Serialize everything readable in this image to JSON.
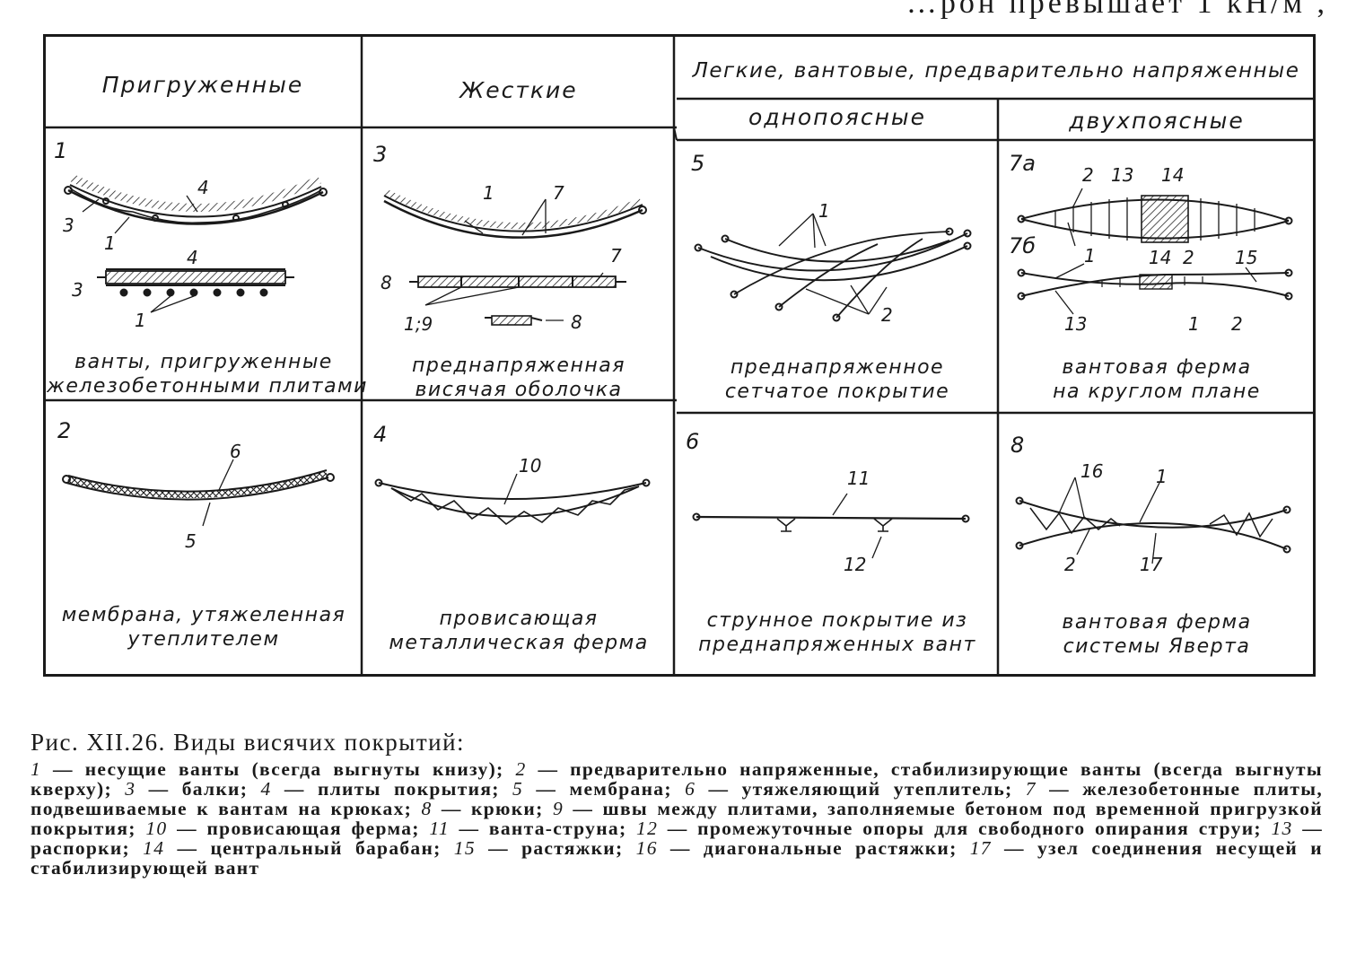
{
  "top_fragment": "…рон превышает 1 кН/м ,",
  "headers": {
    "col1": "Пригруженные",
    "col2": "Жесткие",
    "col3": "Легкие, вантовые, предварительно напряженные",
    "col3a": "однопоясные",
    "col3b": "двухпоясные"
  },
  "cells": [
    {
      "num": "1",
      "caption1": "ванты, пригруженные",
      "caption2": "железобетонными плитами"
    },
    {
      "num": "3",
      "caption1": "преднапряженная",
      "caption2": "висячая оболочка"
    },
    {
      "num": "5",
      "caption1": "преднапряженное",
      "caption2": "сетчатое покрытие"
    },
    {
      "num": "7а",
      "num2": "7б",
      "caption1": "вантовая ферма",
      "caption2": "на круглом плане"
    },
    {
      "num": "2",
      "caption1": "мембрана, утяжеленная",
      "caption2": "утеплителем"
    },
    {
      "num": "4",
      "caption1": "провисающая",
      "caption2": "металлическая ферма"
    },
    {
      "num": "6",
      "caption1": "струнное покрытие из",
      "caption2": "преднапряженных вант"
    },
    {
      "num": "8",
      "caption1": "вантовая ферма",
      "caption2": "системы Яверта"
    }
  ],
  "callouts": {
    "c1": [
      "4",
      "3",
      "1",
      "4",
      "3",
      "1"
    ],
    "c3": [
      "1",
      "7",
      "8",
      "7",
      "1;9",
      "8"
    ],
    "c5": [
      "1",
      "2"
    ],
    "c7": [
      "2",
      "13",
      "14",
      "1",
      "14",
      "2",
      "15",
      "13",
      "1",
      "2"
    ],
    "c2": [
      "6",
      "5"
    ],
    "c4": [
      "10"
    ],
    "c6": [
      "11",
      "12"
    ],
    "c8": [
      "16",
      "1",
      "2",
      "17"
    ]
  },
  "figure_title": "Рис. XII.26. Виды висячих покрытий:",
  "legend": [
    {
      "n": "1",
      "t": "несущие ванты (всегда выгнуты книзу);"
    },
    {
      "n": "2",
      "t": "предварительно напряженные, стабилизирующие ванты (всегда выгнуты кверху);"
    },
    {
      "n": "3",
      "t": "балки;"
    },
    {
      "n": "4",
      "t": "плиты покрытия;"
    },
    {
      "n": "5",
      "t": "мембрана;"
    },
    {
      "n": "6",
      "t": "утяжеляющий утеплитель;"
    },
    {
      "n": "7",
      "t": "железобетонные плиты, подвешиваемые к вантам на крюках;"
    },
    {
      "n": "8",
      "t": "крюки;"
    },
    {
      "n": "9",
      "t": "швы между плитами, заполняемые бетоном под временной пригрузкой покрытия;"
    },
    {
      "n": "10",
      "t": "провисающая ферма;"
    },
    {
      "n": "11",
      "t": "ванта-струна;"
    },
    {
      "n": "12",
      "t": "промежуточные опоры для свободного опирания струи;"
    },
    {
      "n": "13",
      "t": "распорки;"
    },
    {
      "n": "14",
      "t": "центральный барабан;"
    },
    {
      "n": "15",
      "t": "растяжки;"
    },
    {
      "n": "16",
      "t": "диагональные растяжки;"
    },
    {
      "n": "17",
      "t": "узел соединения несущей и стабилизирующей вант"
    }
  ],
  "colors": {
    "ink": "#1a1a1a",
    "paper": "#ffffff"
  }
}
